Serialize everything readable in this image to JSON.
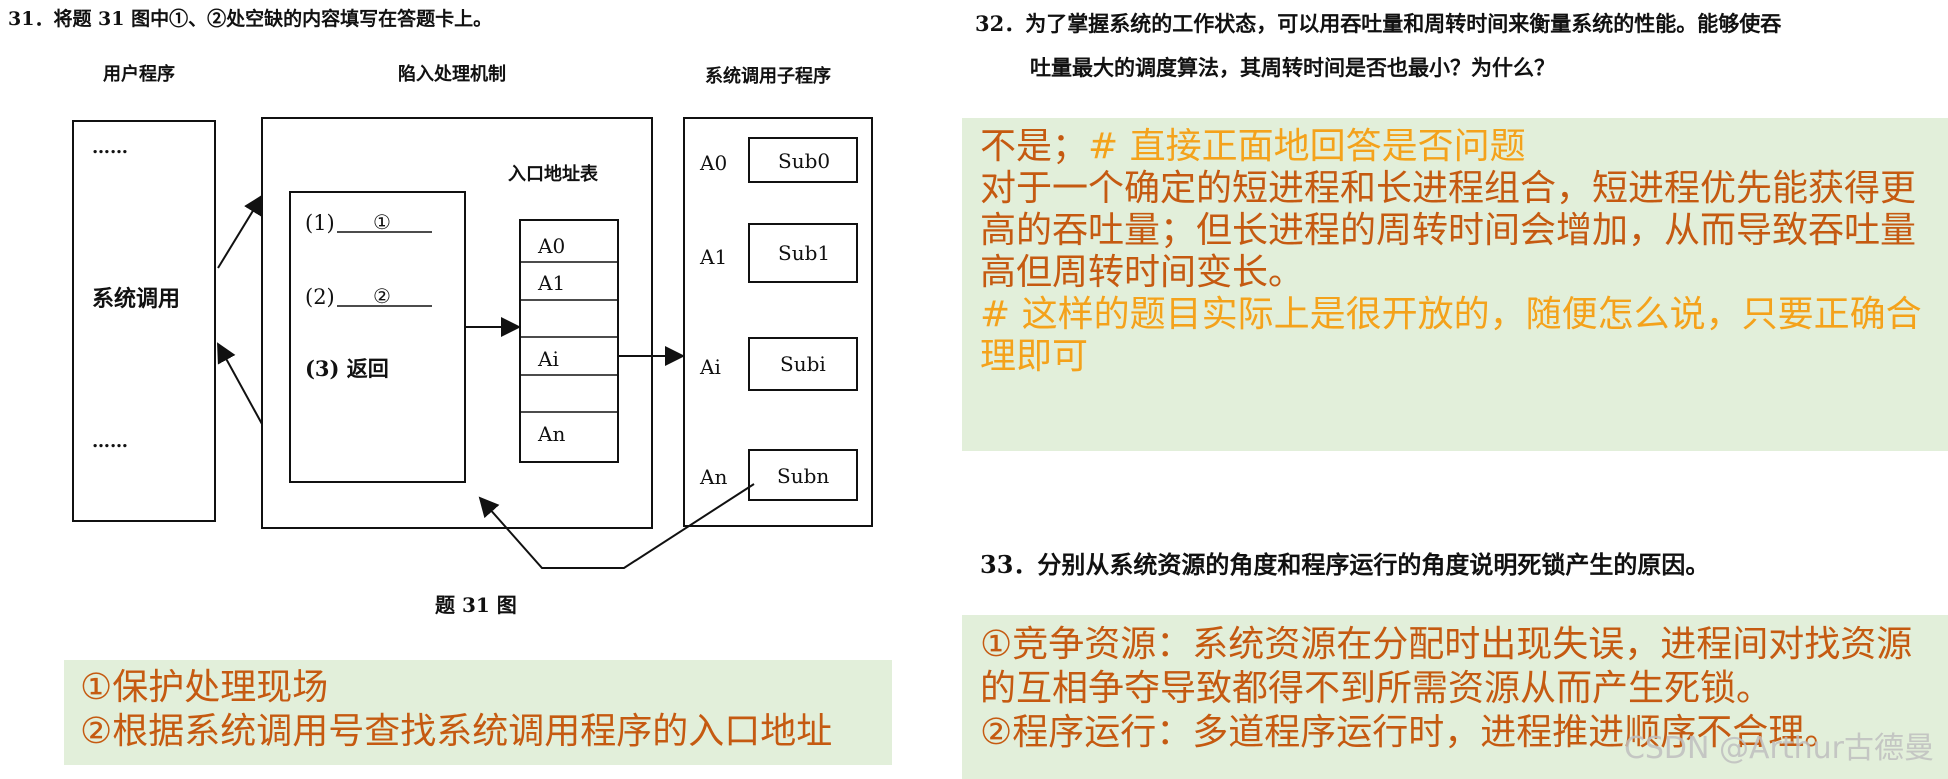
{
  "q31": {
    "title": "31．将题 31 图中①、②处空缺的内容填写在答题卡上。",
    "diagram": {
      "header_user": "用户程序",
      "header_trap": "陷入处理机制",
      "header_sub": "系统调用子程序",
      "user_dots_top": "……",
      "user_label": "系统调用",
      "user_dots_bottom": "……",
      "table_title": "入口地址表",
      "step1": "(1)",
      "blank1": "①",
      "step2": "(2)",
      "blank2": "②",
      "step3": "(3) 返回",
      "table_rows": [
        "A0",
        "A1",
        "",
        "Ai",
        "",
        "An"
      ],
      "sub_rows": [
        {
          "addr": "A0",
          "name": "Sub0"
        },
        {
          "addr": "A1",
          "name": "Sub1"
        },
        {
          "addr": "Ai",
          "name": "Subi"
        },
        {
          "addr": "An",
          "name": "Subn"
        }
      ],
      "caption": "题 31 图"
    },
    "answer_line1": "①保护处理现场",
    "answer_line2": "②根据系统调用号查找系统调用程序的入口地址"
  },
  "q32": {
    "title_line1": "32．为了掌握系统的工作状态，可以用吞吐量和周转时间来衡量系统的性能。能够使吞",
    "title_line2": "吐量最大的调度算法，其周转时间是否也最小？为什么？",
    "answer_no": "不是；",
    "answer_no_comment": "# 直接正面地回答是否问题",
    "answer_body": "对于一个确定的短进程和长进程组合，短进程优先能获得更高的吞吐量；但长进程的周转时间会增加，从而导致吞吐量高但周转时间变长。",
    "answer_comment": "# 这样的题目实际上是很开放的，随便怎么说，只要正确合理即可"
  },
  "q33": {
    "title": "33．分别从系统资源的角度和程序运行的角度说明死锁产生的原因。",
    "answer_line1": "①竞争资源：系统资源在分配时出现失误，进程间对找资源的互相争夺导致都得不到所需资源从而产生死锁。",
    "answer_line2": "②程序运行：多道程序运行时，进程推进顺序不合理。"
  },
  "watermark": "CSDN @Arthur古德曼",
  "colors": {
    "answer_bg": "#e2efda",
    "answer_text": "#c55a11",
    "comment_text": "#f4a21b"
  }
}
